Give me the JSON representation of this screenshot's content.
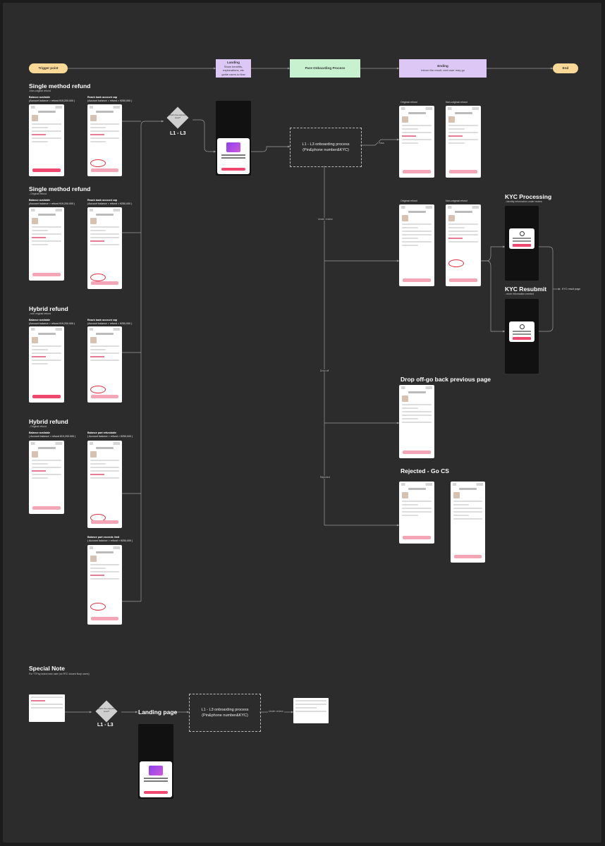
{
  "flow": {
    "trigger": "Trigger point",
    "landing_title": "Landing",
    "landing_sub": "Show benefits, explanations, etc",
    "landing_sub2": "guide users to flow",
    "pure_onboarding": "Pure Onboarding Process",
    "ending_title": "Ending",
    "ending_sub": "Inform the result, next user may go",
    "end": "End"
  },
  "decision": {
    "question": "What's the expected level?",
    "level": "L1 - L3"
  },
  "onboarding_box": {
    "line1": "L1 - L3 onboarding process",
    "line2": "(Pin&phone number&KYC)"
  },
  "sections": [
    {
      "title": "Single method refund",
      "sub": "-Non-original refund",
      "cap_left_title": "Balance available",
      "cap_left_sub": "(Account balance > refund ¥19,200.000 )",
      "cap_right_title": "Reach bank account cap",
      "cap_right_sub": "(Account balance > refund > ¥250,000 )"
    },
    {
      "title": "Single method refund",
      "sub": "- Original refund",
      "cap_left_title": "Balance available",
      "cap_left_sub": "(Account balance > refund ¥19,200.000 )",
      "cap_right_title": "Reach bank account cap",
      "cap_right_sub": "(Account balance > refund > ¥250,000 )"
    },
    {
      "title": "Hybrid refund",
      "sub": "- non original refund",
      "cap_left_title": "Balance available",
      "cap_left_sub": "(Account balance > refund ¥19,200.000 )",
      "cap_right_title": "Reach bank account cap",
      "cap_right_sub": "(Account balance > refund > ¥250,000 )"
    },
    {
      "title": "Hybrid refund",
      "sub": "- Original refund",
      "cap_left_title": "Balance available",
      "cap_left_sub": "( Account balance > refund ¥19,200.000 )",
      "cap_right_title": "Balance part refundable",
      "cap_right_sub": "( Account balance > refund > ¥250,000 )"
    }
  ],
  "extra_caption": {
    "title": "Balance part exceeds limit",
    "sub": "( Account balance > refund > ¥250,000 )"
  },
  "right_column": {
    "original_refund": "Original refund",
    "non_original_refund": "Non-original refund",
    "pass_label": "Pass",
    "under_review_label": "Under review",
    "drop_off_label": "Drop off",
    "rejected_label": "Rejected",
    "kyc_processing_title": "KYC Processing",
    "kyc_processing_sub": "- Identity information under review",
    "kyc_resubmit_title": "KYC Resubmit",
    "kyc_resubmit_sub": "- more information needed",
    "kyc_result": "KYC result page",
    "drop_off_title": "Drop off-go back previous page",
    "rejected_title": "Rejected - Go CS"
  },
  "special": {
    "title": "Special Note",
    "sub": "For TTPay brand new user (no RTC closed  Noqi users)",
    "landing_page": "Landing page",
    "under_review": "Under review"
  }
}
